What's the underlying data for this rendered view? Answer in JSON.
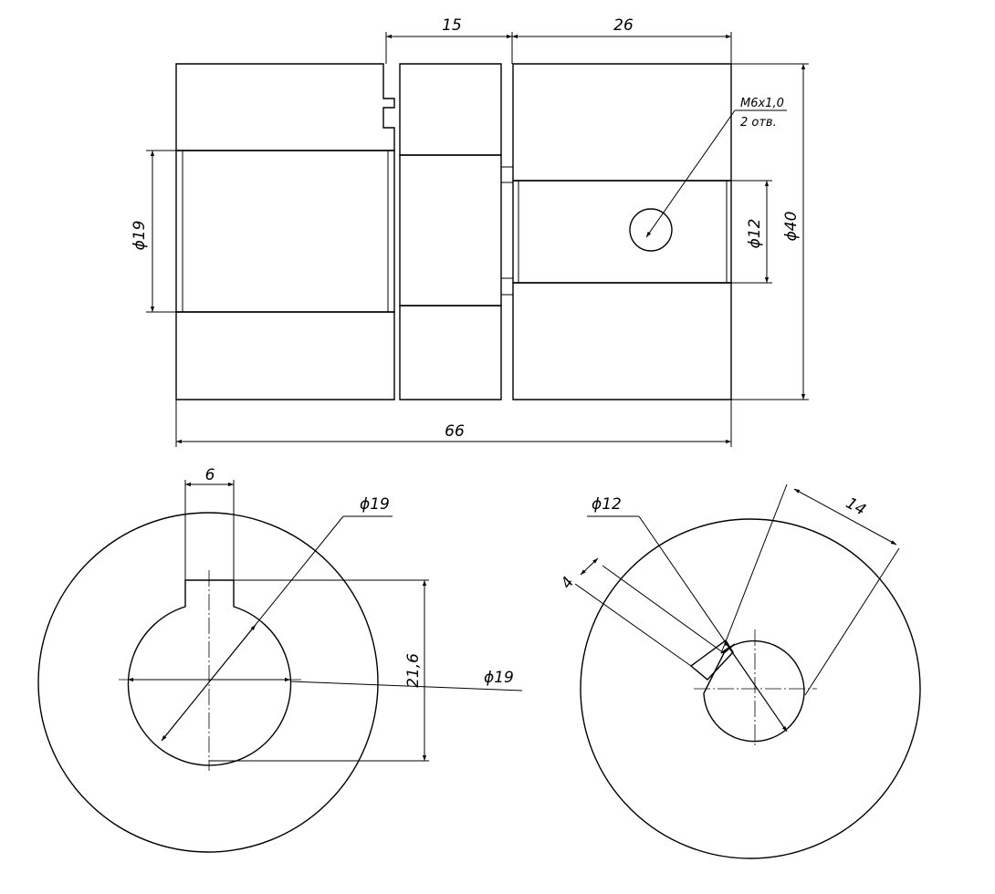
{
  "dimensions": {
    "top_15": "15",
    "top_26": "26",
    "dia19_left": "ϕ19",
    "dia12": "ϕ12",
    "dia40": "ϕ40",
    "overall_66": "66",
    "thread_size": "M6x1,0",
    "thread_qty": "2 отв.",
    "key_width_6": "6",
    "bottom_left_dia19_a": "ϕ19",
    "bottom_left_dia19_b": "ϕ19",
    "dim_21_6": "21,6",
    "bottom_right_dia12": "ϕ12",
    "dim_4": "4",
    "dim_14": "14"
  },
  "colors": {
    "line": "#000000",
    "background": "#ffffff"
  }
}
